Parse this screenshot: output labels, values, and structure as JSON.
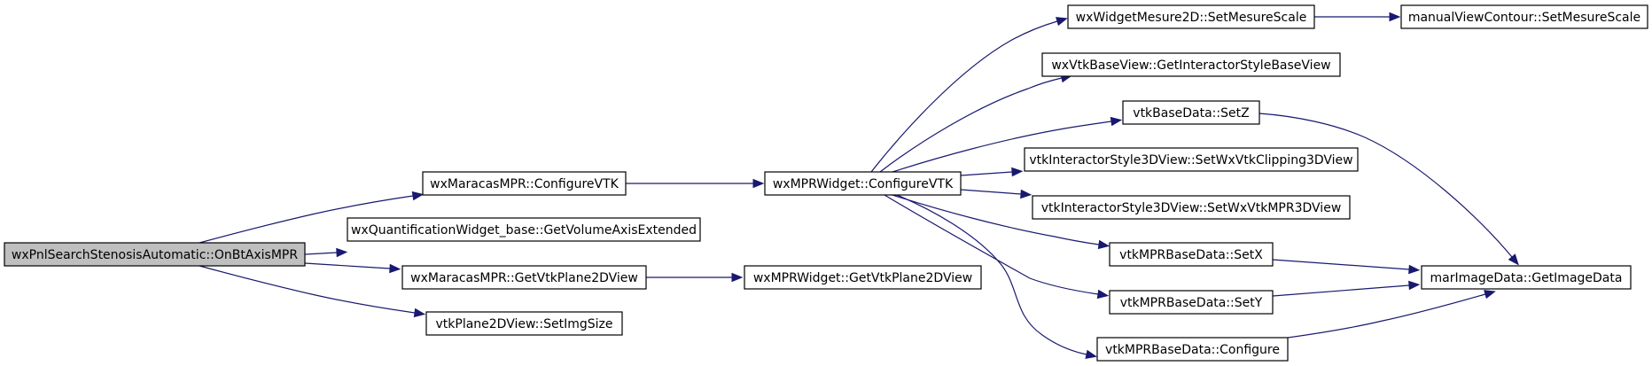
{
  "graph": {
    "edge_color": "#191970",
    "root_fill": "#bfbfbf",
    "node_fill": "#ffffff",
    "nodes": [
      {
        "id": "root",
        "label": "wxPnlSearchStenosisAutomatic::OnBtAxisMPR",
        "root": true
      },
      {
        "id": "mpr_configure",
        "label": "wxMaracasMPR::ConfigureVTK"
      },
      {
        "id": "quant_getvol",
        "label": "wxQuantificationWidget_base::GetVolumeAxisExtended"
      },
      {
        "id": "mpr_getplane",
        "label": "wxMaracasMPR::GetVtkPlane2DView"
      },
      {
        "id": "plane_setimg",
        "label": "vtkPlane2DView::SetImgSize"
      },
      {
        "id": "widget_configure",
        "label": "wxMPRWidget::ConfigureVTK"
      },
      {
        "id": "widget_getplane",
        "label": "wxMPRWidget::GetVtkPlane2DView"
      },
      {
        "id": "mesure_setscale",
        "label": "wxWidgetMesure2D::SetMesureScale"
      },
      {
        "id": "base_getinter",
        "label": "wxVtkBaseView::GetInteractorStyleBaseView"
      },
      {
        "id": "basedata_setz",
        "label": "vtkBaseData::SetZ"
      },
      {
        "id": "inter_clipping",
        "label": "vtkInteractorStyle3DView::SetWxVtkClipping3DView"
      },
      {
        "id": "inter_mpr3d",
        "label": "vtkInteractorStyle3DView::SetWxVtkMPR3DView"
      },
      {
        "id": "mprbase_setx",
        "label": "vtkMPRBaseData::SetX"
      },
      {
        "id": "mprbase_sety",
        "label": "vtkMPRBaseData::SetY"
      },
      {
        "id": "mprbase_configure",
        "label": "vtkMPRBaseData::Configure"
      },
      {
        "id": "manual_setscale",
        "label": "manualViewContour::SetMesureScale"
      },
      {
        "id": "marimage_get",
        "label": "marImageData::GetImageData"
      }
    ],
    "edges": [
      {
        "from": "root",
        "to": "mpr_configure"
      },
      {
        "from": "root",
        "to": "quant_getvol"
      },
      {
        "from": "root",
        "to": "mpr_getplane"
      },
      {
        "from": "root",
        "to": "plane_setimg"
      },
      {
        "from": "mpr_configure",
        "to": "widget_configure"
      },
      {
        "from": "mpr_getplane",
        "to": "widget_getplane"
      },
      {
        "from": "widget_configure",
        "to": "mesure_setscale"
      },
      {
        "from": "widget_configure",
        "to": "base_getinter"
      },
      {
        "from": "widget_configure",
        "to": "basedata_setz"
      },
      {
        "from": "widget_configure",
        "to": "inter_clipping"
      },
      {
        "from": "widget_configure",
        "to": "inter_mpr3d"
      },
      {
        "from": "widget_configure",
        "to": "mprbase_setx"
      },
      {
        "from": "widget_configure",
        "to": "mprbase_sety"
      },
      {
        "from": "widget_configure",
        "to": "mprbase_configure"
      },
      {
        "from": "mesure_setscale",
        "to": "manual_setscale"
      },
      {
        "from": "basedata_setz",
        "to": "marimage_get"
      },
      {
        "from": "mprbase_setx",
        "to": "marimage_get"
      },
      {
        "from": "mprbase_sety",
        "to": "marimage_get"
      },
      {
        "from": "mprbase_configure",
        "to": "marimage_get"
      }
    ]
  }
}
